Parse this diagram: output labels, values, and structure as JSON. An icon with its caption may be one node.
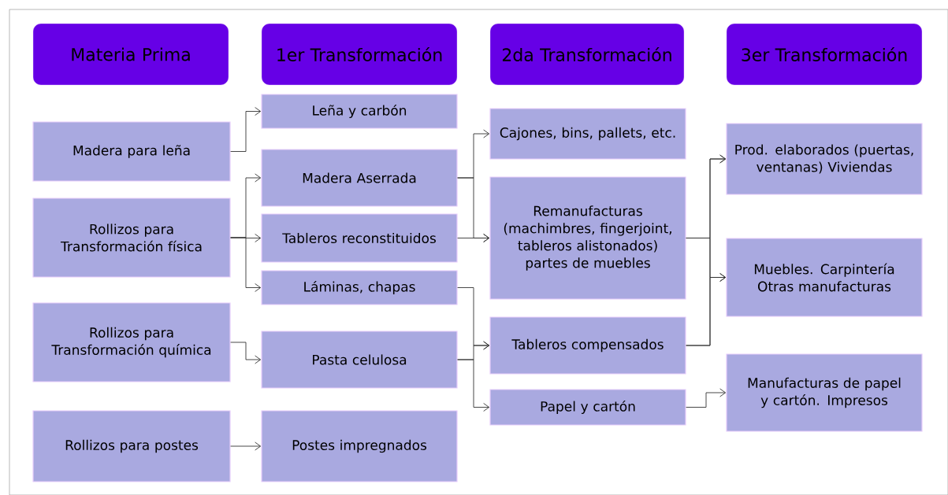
{
  "diagram": {
    "nodes": [
      {
        "text": [
          "Materia Prima"
        ]
      },
      {
        "text": [
          "1er Transformación"
        ]
      },
      {
        "text": [
          "2da Transformación"
        ]
      },
      {
        "text": [
          "3er Transformación"
        ]
      },
      {
        "text": [
          "Madera para leña"
        ]
      },
      {
        "text": [
          "Rollizos para Transformación física"
        ]
      },
      {
        "text": [
          "Rollizos para Transformación química"
        ]
      },
      {
        "text": [
          "Rollizos para postes"
        ]
      },
      {
        "text": [
          "Leña y carbón"
        ]
      },
      {
        "text": [
          "Madera Aserrada"
        ]
      },
      {
        "text": [
          "Tableros reconstituidos"
        ]
      },
      {
        "text": [
          "Láminas, chapas"
        ]
      },
      {
        "text": [
          "Pasta celulosa"
        ]
      },
      {
        "text": [
          "Postes impregnados"
        ]
      },
      {
        "text": [
          "Cajones, bins, pallets, etc."
        ]
      },
      {
        "text": [
          "Remanufacturas (machimbres, fingerjoint, tableros alistonados) partes de muebles"
        ]
      },
      {
        "text": [
          "Tableros compensados"
        ]
      },
      {
        "text": [
          "Papel y cartón"
        ]
      },
      {
        "text": [
          "Prod. elaborados (puertas, ventanas) Viviendas"
        ]
      },
      {
        "text": [
          "Muebles. Carpintería Otras manufacturas"
        ]
      },
      {
        "text": [
          "Manufacturas de papel y cartón. Impresos"
        ]
      }
    ],
    "edges": [
      {
        "from": 4,
        "to": 8,
        "arrow": "to"
      },
      {
        "from": 5,
        "to": 9,
        "arrow": "to"
      },
      {
        "from": 5,
        "to": 10,
        "arrow": "to"
      },
      {
        "from": 5,
        "to": 11,
        "arrow": "to"
      },
      {
        "from": 6,
        "to": 12,
        "arrow": "to"
      },
      {
        "from": 7,
        "to": 13,
        "arrow": "to"
      },
      {
        "from": 9,
        "to": 14,
        "arrow": "to"
      },
      {
        "from": 9,
        "to": 15,
        "arrow": "to"
      },
      {
        "from": 10,
        "to": 15,
        "arrow": "to"
      },
      {
        "from": 11,
        "to": 16,
        "arrow": "to"
      },
      {
        "from": 12,
        "to": 16,
        "arrow": "to"
      },
      {
        "from": 12,
        "to": 17,
        "arrow": "to"
      },
      {
        "from": 15,
        "to": 18,
        "arrow": "to"
      },
      {
        "from": 15,
        "to": 19,
        "arrow": "to"
      },
      {
        "from": 16,
        "to": 18,
        "arrow": "to"
      },
      {
        "from": 16,
        "to": 19,
        "arrow": "to"
      },
      {
        "from": 17,
        "to": 20,
        "arrow": "to"
      }
    ]
  }
}
